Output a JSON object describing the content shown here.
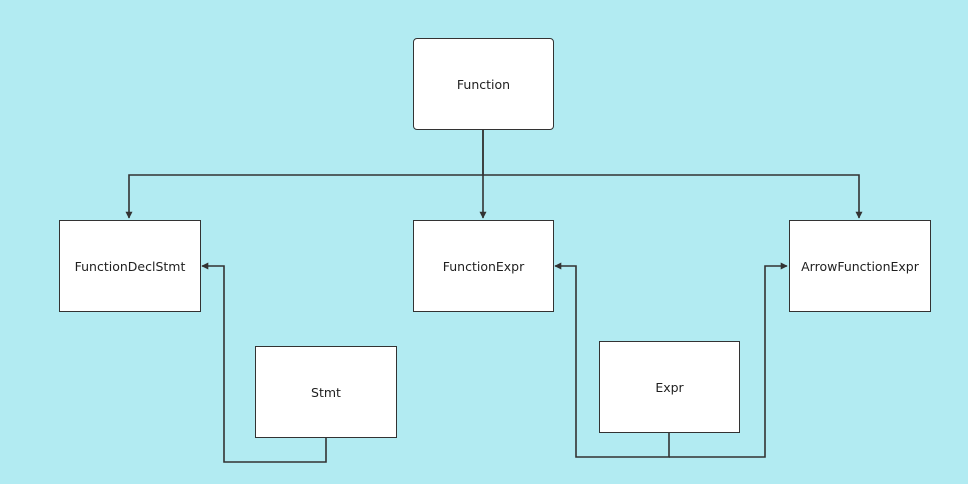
{
  "diagram": {
    "colors": {
      "background": "#b2ebf2",
      "node_fill": "#ffffff",
      "stroke": "#333333"
    },
    "nodes": {
      "function": {
        "label": "Function"
      },
      "function_decl_stmt": {
        "label": "FunctionDeclStmt"
      },
      "function_expr": {
        "label": "FunctionExpr"
      },
      "arrow_function_expr": {
        "label": "ArrowFunctionExpr"
      },
      "stmt": {
        "label": "Stmt"
      },
      "expr": {
        "label": "Expr"
      }
    },
    "edges": [
      {
        "from": "function",
        "to": "function_decl_stmt"
      },
      {
        "from": "function",
        "to": "function_expr"
      },
      {
        "from": "function",
        "to": "arrow_function_expr"
      },
      {
        "from": "stmt",
        "to": "function_decl_stmt"
      },
      {
        "from": "expr",
        "to": "function_expr"
      },
      {
        "from": "expr",
        "to": "arrow_function_expr"
      }
    ]
  }
}
